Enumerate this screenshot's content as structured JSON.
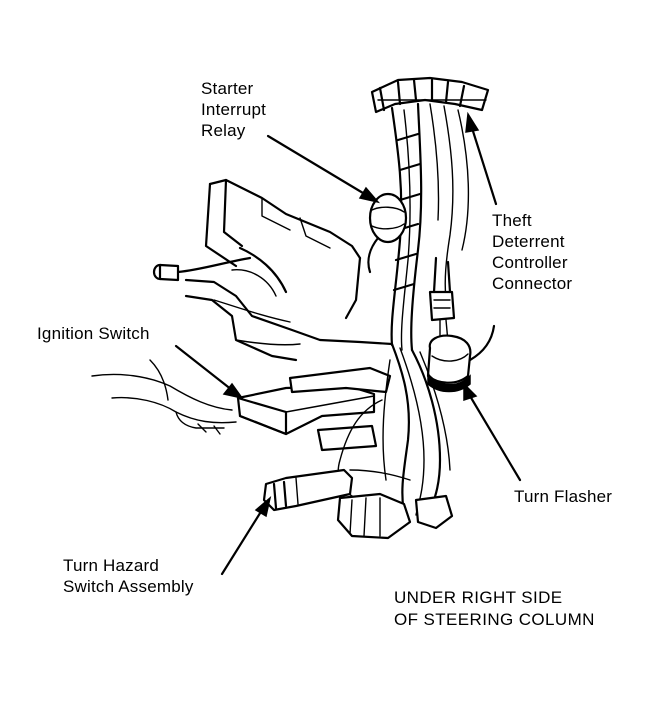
{
  "labels": {
    "starter_interrupt_relay": "Starter\nInterrupt\nRelay",
    "theft_deterrent_controller_connector": "Theft\nDeterrent\nController\nConnector",
    "ignition_switch": "Ignition Switch",
    "turn_flasher": "Turn Flasher",
    "turn_hazard_switch_assembly": "Turn Hazard\nSwitch Assembly",
    "caption": "UNDER RIGHT SIDE\nOF STEERING COLUMN"
  }
}
